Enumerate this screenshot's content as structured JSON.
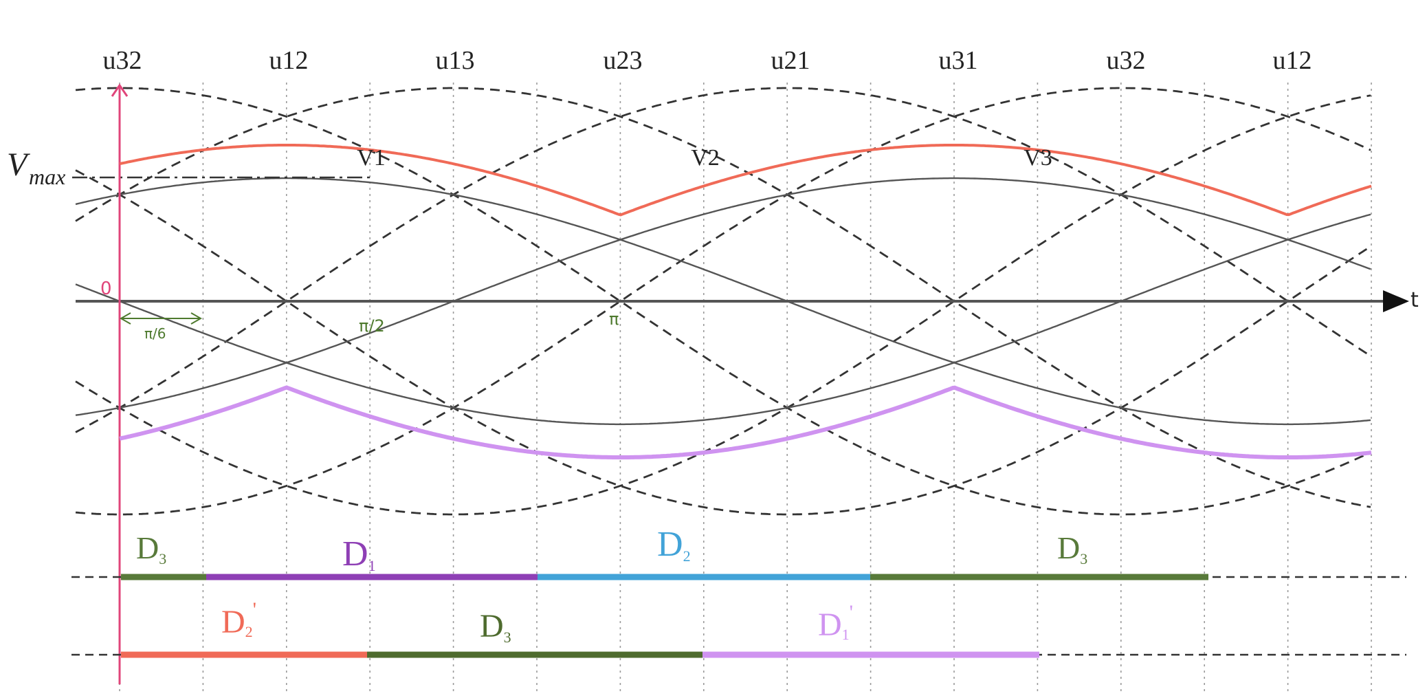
{
  "top_labels": [
    "u32",
    "u12",
    "u13",
    "u23",
    "u21",
    "u31",
    "u32",
    "u12"
  ],
  "vmax_label": {
    "main": "V",
    "sub": "max"
  },
  "peak_labels": [
    "V1",
    "V2",
    "V3"
  ],
  "origin_label": "0",
  "t_label": "t",
  "angle_labels": {
    "pi6": "π/6",
    "pi2": "π/2",
    "pi": "π"
  },
  "diodes_row1": [
    {
      "main": "D",
      "sub": "3",
      "color": "#587a3a"
    },
    {
      "main": "D",
      "sub": "1",
      "color": "#8e3fb5"
    },
    {
      "main": "D",
      "sub": "2",
      "color": "#42a3d8"
    },
    {
      "main": "D",
      "sub": "3",
      "color": "#587a3a"
    }
  ],
  "diodes_row2": [
    {
      "main": "D",
      "sub": "2",
      "prime": "'",
      "color": "#f06a57"
    },
    {
      "main": "D",
      "sub": "3",
      "color": "#4e6b2e"
    },
    {
      "main": "D",
      "sub": "1",
      "prime": "'",
      "color": "#cf93f0"
    }
  ],
  "colors": {
    "axis_pink": "#e0457a",
    "upper_envelope": "#f06a57",
    "lower_envelope": "#cf93f0",
    "d3_green": "#587a3a",
    "d1_purple": "#8e3fb5",
    "d2_blue": "#42a3d8",
    "d3_dark_green": "#4e6b2e"
  }
}
